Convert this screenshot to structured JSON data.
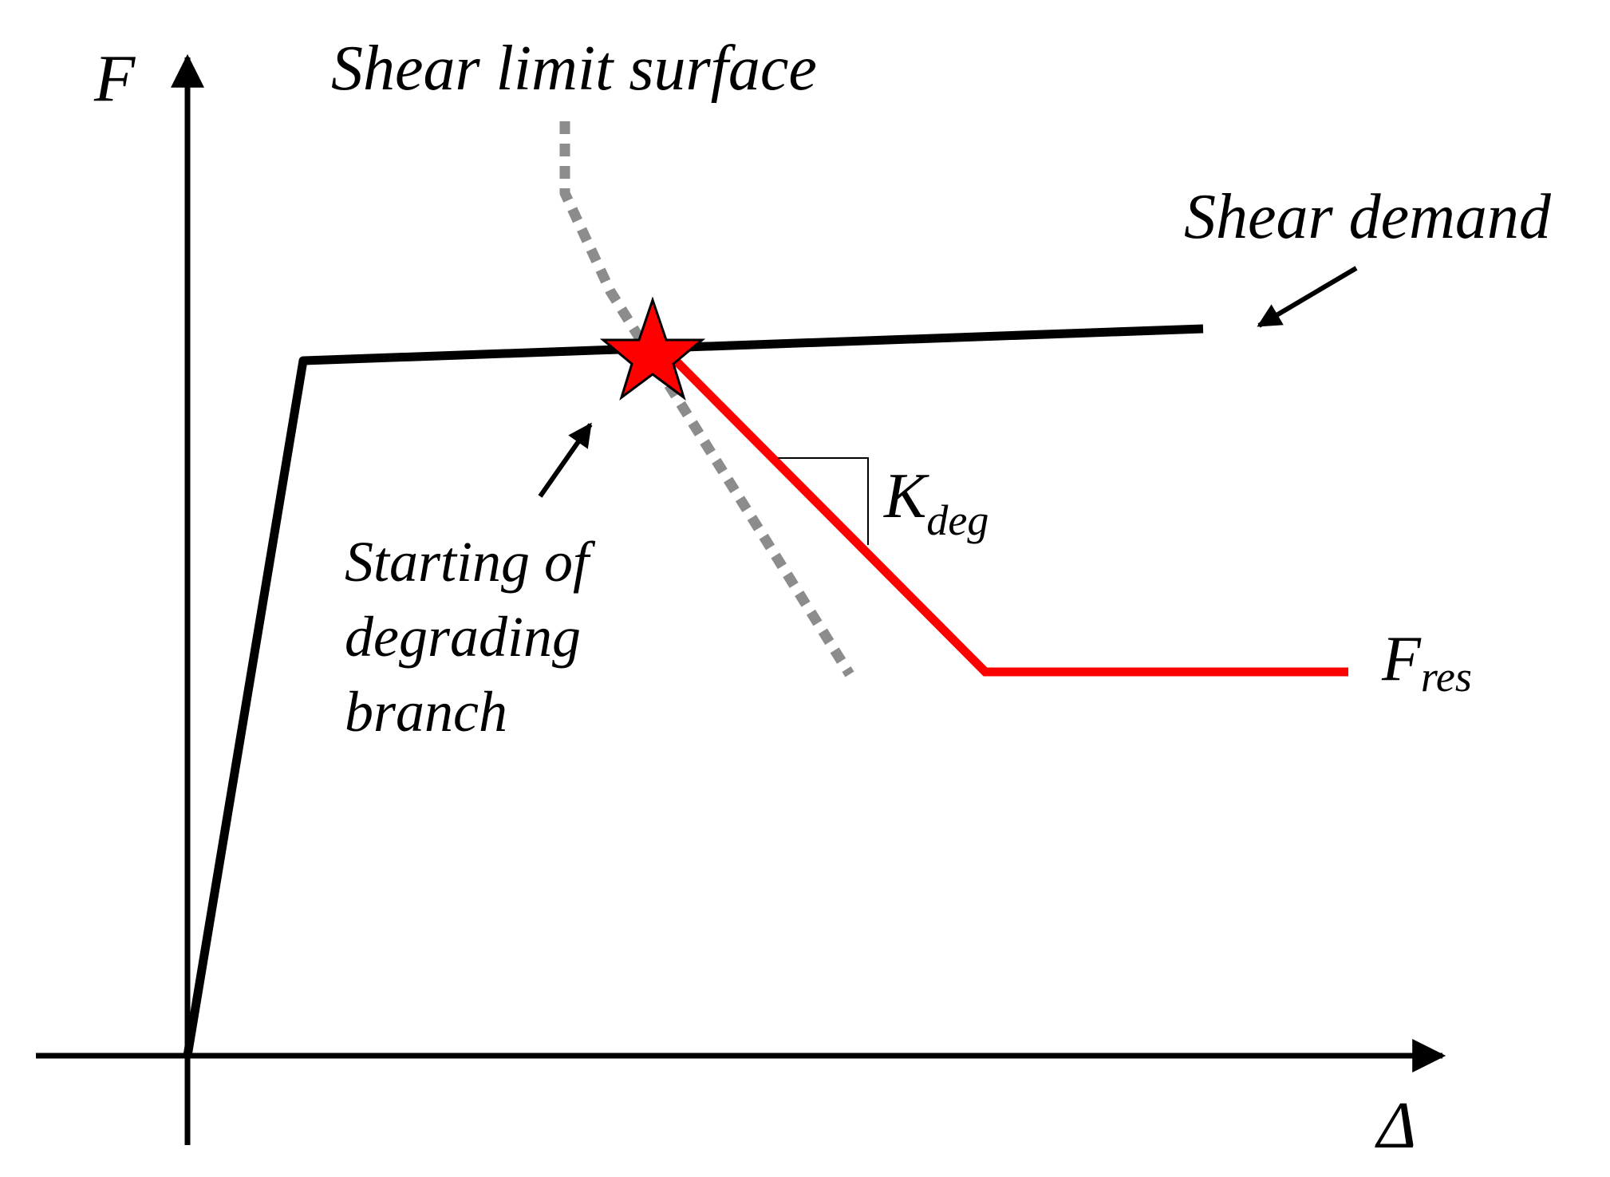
{
  "labels": {
    "y_axis": "F",
    "x_axis": "Δ",
    "shear_limit_surface": "Shear limit surface",
    "shear_demand": "Shear demand",
    "k_deg_main": "K",
    "k_deg_sub": "deg",
    "f_res_main": "F",
    "f_res_sub": "res",
    "starting_line1": "Starting of",
    "starting_line2": "degrading",
    "starting_line3": "branch"
  },
  "colors": {
    "demand_curve": "#000000",
    "degrading_branch": "#ff0000",
    "limit_surface": "#8c8c8c",
    "star_fill": "#ff0000",
    "star_stroke": "#000000",
    "axes": "#000000"
  },
  "icons": {
    "intersection_marker": "star-icon"
  }
}
